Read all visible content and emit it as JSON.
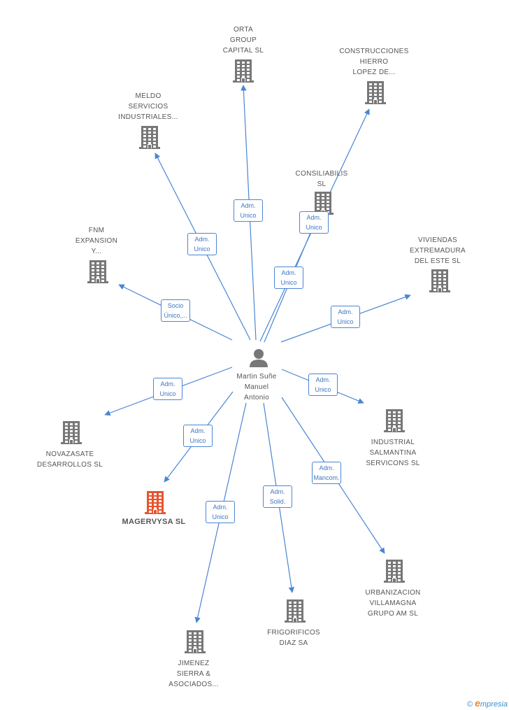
{
  "colors": {
    "edge": "#4a86d4",
    "building": "#777777",
    "building_focus": "#e8542e",
    "person": "#777777",
    "box_text": "#3f77c0"
  },
  "center": {
    "label": "Martin Suñe Manuel Antonio"
  },
  "nodes": [
    {
      "id": "orta",
      "label": "ORTA GROUP CAPITAL SL",
      "lines": [
        "ORTA",
        "GROUP",
        "CAPITAL  SL"
      ]
    },
    {
      "id": "construcciones",
      "label": "CONSTRUCCIONES HIERRO LOPEZ DE...",
      "lines": [
        "CONSTRUCCIONES",
        "HIERRO",
        "LOPEZ DE..."
      ]
    },
    {
      "id": "meldo",
      "label": "MELDO SERVICIOS INDUSTRIALES...",
      "lines": [
        "MELDO",
        "SERVICIOS",
        "INDUSTRIALES..."
      ]
    },
    {
      "id": "consiliabilis",
      "label": "CONSILIABILIS SL",
      "lines": [
        "CONSILIABILIS",
        "SL"
      ]
    },
    {
      "id": "fnm",
      "label": "FNM EXPANSION Y...",
      "lines": [
        "FNM",
        "EXPANSION",
        "Y..."
      ]
    },
    {
      "id": "viviendas",
      "label": "VIVIENDAS EXTREMADURA DEL ESTE SL",
      "lines": [
        "VIVIENDAS",
        "EXTREMADURA",
        "DEL ESTE SL"
      ]
    },
    {
      "id": "novazasate",
      "label": "NOVAZASATE DESARROLLOS SL",
      "lines": [
        "NOVAZASATE",
        "DESARROLLOS SL"
      ]
    },
    {
      "id": "industrial",
      "label": "INDUSTRIAL SALMANTINA SERVICONS SL",
      "lines": [
        "INDUSTRIAL",
        "SALMANTINA",
        "SERVICONS  SL"
      ]
    },
    {
      "id": "magervysa",
      "label": "MAGERVYSA SL",
      "lines": [
        "MAGERVYSA SL"
      ],
      "focus": true
    },
    {
      "id": "urbanizacion",
      "label": "URBANIZACION VILLAMAGNA GRUPO AM SL",
      "lines": [
        "URBANIZACION",
        "VILLAMAGNA",
        "GRUPO AM SL"
      ]
    },
    {
      "id": "frigorificos",
      "label": "FRIGORIFICOS DIAZ SA",
      "lines": [
        "FRIGORIFICOS",
        "DIAZ SA"
      ]
    },
    {
      "id": "jimenez",
      "label": "JIMENEZ SIERRA & ASOCIADOS...",
      "lines": [
        "JIMENEZ",
        "SIERRA &",
        "ASOCIADOS..."
      ]
    }
  ],
  "edges": [
    {
      "to": "orta",
      "lines": [
        "Adm.",
        "Unico"
      ]
    },
    {
      "to": "construcciones",
      "lines": [
        "Adm.",
        "Unico"
      ]
    },
    {
      "to": "meldo",
      "lines": [
        "Adm.",
        "Unico"
      ]
    },
    {
      "to": "consiliabilis",
      "lines": [
        "Adm.",
        "Unico"
      ]
    },
    {
      "to": "fnm",
      "lines": [
        "Socio",
        "Único,..."
      ]
    },
    {
      "to": "viviendas",
      "lines": [
        "Adm.",
        "Unico"
      ]
    },
    {
      "to": "novazasate",
      "lines": [
        "Adm.",
        "Unico"
      ]
    },
    {
      "to": "industrial",
      "lines": [
        "Adm.",
        "Unico"
      ]
    },
    {
      "to": "magervysa",
      "lines": [
        "Adm.",
        "Unico"
      ]
    },
    {
      "to": "urbanizacion",
      "lines": [
        "Adm.",
        "Mancom."
      ]
    },
    {
      "to": "frigorificos",
      "lines": [
        "Adm.",
        "Solid."
      ]
    },
    {
      "to": "jimenez",
      "lines": [
        "Adm.",
        "Unico"
      ]
    }
  ],
  "watermark": {
    "symbol": "©",
    "brand_initial": "e",
    "brand_rest": "mpresia"
  }
}
